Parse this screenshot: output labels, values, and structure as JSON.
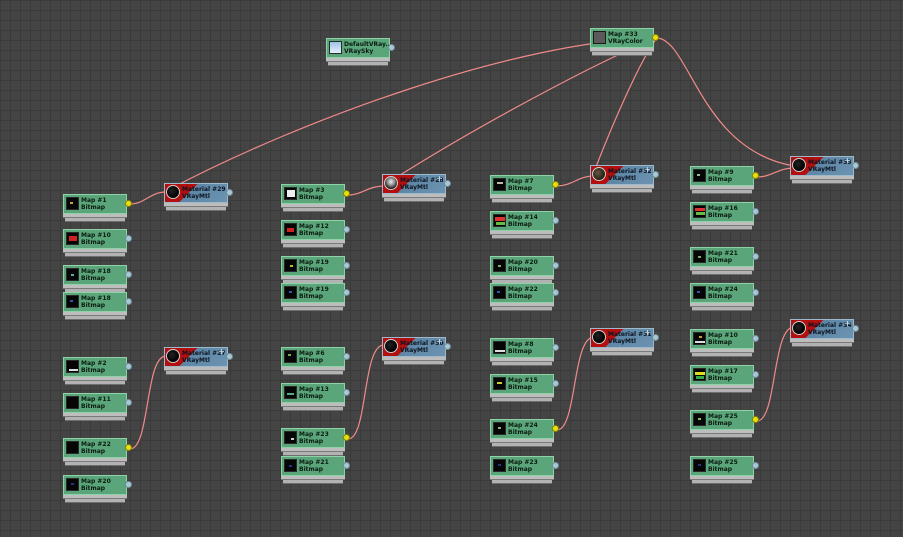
{
  "colors": {
    "wire": "#f08a88",
    "map_node": "#5aa67a",
    "material_red": "#b30f0f",
    "material_blue": "#6c93b1",
    "port_active": "#e6e010"
  },
  "nodes": [
    {
      "id": "sky",
      "title": "DefaultVRay...",
      "subtitle": "VRaySky",
      "kind": "sky"
    },
    {
      "id": "color33",
      "title": "Map #33",
      "subtitle": "VRayColor",
      "kind": "color"
    },
    {
      "id": "m1",
      "title": "Map #1",
      "subtitle": "Bitmap",
      "kind": "map"
    },
    {
      "id": "m10a",
      "title": "Map #10",
      "subtitle": "Bitmap",
      "kind": "map"
    },
    {
      "id": "m18a",
      "title": "Map #18",
      "subtitle": "Bitmap",
      "kind": "map"
    },
    {
      "id": "m18b",
      "title": "Map #18",
      "subtitle": "Bitmap",
      "kind": "map"
    },
    {
      "id": "m2",
      "title": "Map #2",
      "subtitle": "Bitmap",
      "kind": "map"
    },
    {
      "id": "m11",
      "title": "Map #11",
      "subtitle": "Bitmap",
      "kind": "map"
    },
    {
      "id": "m22a",
      "title": "Map #22",
      "subtitle": "Bitmap",
      "kind": "map"
    },
    {
      "id": "m20a",
      "title": "Map #20",
      "subtitle": "Bitmap",
      "kind": "map"
    },
    {
      "id": "m3",
      "title": "Map #3",
      "subtitle": "Bitmap",
      "kind": "map"
    },
    {
      "id": "m12",
      "title": "Map #12",
      "subtitle": "Bitmap",
      "kind": "map"
    },
    {
      "id": "m19a",
      "title": "Map #19",
      "subtitle": "Bitmap",
      "kind": "map"
    },
    {
      "id": "m19b",
      "title": "Map #19",
      "subtitle": "Bitmap",
      "kind": "map"
    },
    {
      "id": "m6",
      "title": "Map #6",
      "subtitle": "Bitmap",
      "kind": "map"
    },
    {
      "id": "m13",
      "title": "Map #13",
      "subtitle": "Bitmap",
      "kind": "map"
    },
    {
      "id": "m23a",
      "title": "Map #23",
      "subtitle": "Bitmap",
      "kind": "map"
    },
    {
      "id": "m21a",
      "title": "Map #21",
      "subtitle": "Bitmap",
      "kind": "map"
    },
    {
      "id": "m7",
      "title": "Map #7",
      "subtitle": "Bitmap",
      "kind": "map"
    },
    {
      "id": "m14",
      "title": "Map #14",
      "subtitle": "Bitmap",
      "kind": "map"
    },
    {
      "id": "m20b",
      "title": "Map #20",
      "subtitle": "Bitmap",
      "kind": "map"
    },
    {
      "id": "m22b",
      "title": "Map #22",
      "subtitle": "Bitmap",
      "kind": "map"
    },
    {
      "id": "m8",
      "title": "Map #8",
      "subtitle": "Bitmap",
      "kind": "map"
    },
    {
      "id": "m15",
      "title": "Map #15",
      "subtitle": "Bitmap",
      "kind": "map"
    },
    {
      "id": "m24",
      "title": "Map #24",
      "subtitle": "Bitmap",
      "kind": "map"
    },
    {
      "id": "m23b",
      "title": "Map #23",
      "subtitle": "Bitmap",
      "kind": "map"
    },
    {
      "id": "m9",
      "title": "Map #9",
      "subtitle": "Bitmap",
      "kind": "map"
    },
    {
      "id": "m16",
      "title": "Map #16",
      "subtitle": "Bitmap",
      "kind": "map"
    },
    {
      "id": "m21b",
      "title": "Map #21",
      "subtitle": "Bitmap",
      "kind": "map"
    },
    {
      "id": "m24b",
      "title": "Map #24",
      "subtitle": "Bitmap",
      "kind": "map"
    },
    {
      "id": "m10b",
      "title": "Map #10",
      "subtitle": "Bitmap",
      "kind": "map"
    },
    {
      "id": "m17",
      "title": "Map #17",
      "subtitle": "Bitmap",
      "kind": "map"
    },
    {
      "id": "m25a",
      "title": "Map #25",
      "subtitle": "Bitmap",
      "kind": "map"
    },
    {
      "id": "m25b",
      "title": "Map #25",
      "subtitle": "Bitmap",
      "kind": "map"
    },
    {
      "id": "mt29",
      "title": "Material #29",
      "subtitle": "VRayMtl",
      "kind": "mtl"
    },
    {
      "id": "mt27",
      "title": "Material #27",
      "subtitle": "VRayMtl",
      "kind": "mtl"
    },
    {
      "id": "mt28",
      "title": "Material #28",
      "subtitle": "VRayMtl",
      "kind": "mtl"
    },
    {
      "id": "mt30",
      "title": "Material #30",
      "subtitle": "VRayMtl",
      "kind": "mtl"
    },
    {
      "id": "mt32",
      "title": "Material #32",
      "subtitle": "VRayMtl",
      "kind": "mtl"
    },
    {
      "id": "mt31",
      "title": "Material #31",
      "subtitle": "VRayMtl",
      "kind": "mtl"
    },
    {
      "id": "mt33",
      "title": "Material #33",
      "subtitle": "VRayMtl",
      "kind": "mtl"
    },
    {
      "id": "mt34",
      "title": "Material #34",
      "subtitle": "VRayMtl",
      "kind": "mtl"
    }
  ]
}
